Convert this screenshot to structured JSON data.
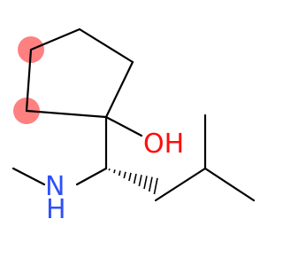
{
  "molecule": {
    "atoms": {
      "oxygen": {
        "label": "OH",
        "color": "#ff0d0d"
      },
      "nitrogen_n": {
        "label": "N",
        "color": "#3050f8"
      },
      "nitrogen_h": {
        "label": "H",
        "color": "#3050f8"
      }
    },
    "highlights": {
      "color": "#ff8080",
      "count": 2
    },
    "stereo": {
      "chiral_center_bond": "hashed-wedge"
    }
  }
}
